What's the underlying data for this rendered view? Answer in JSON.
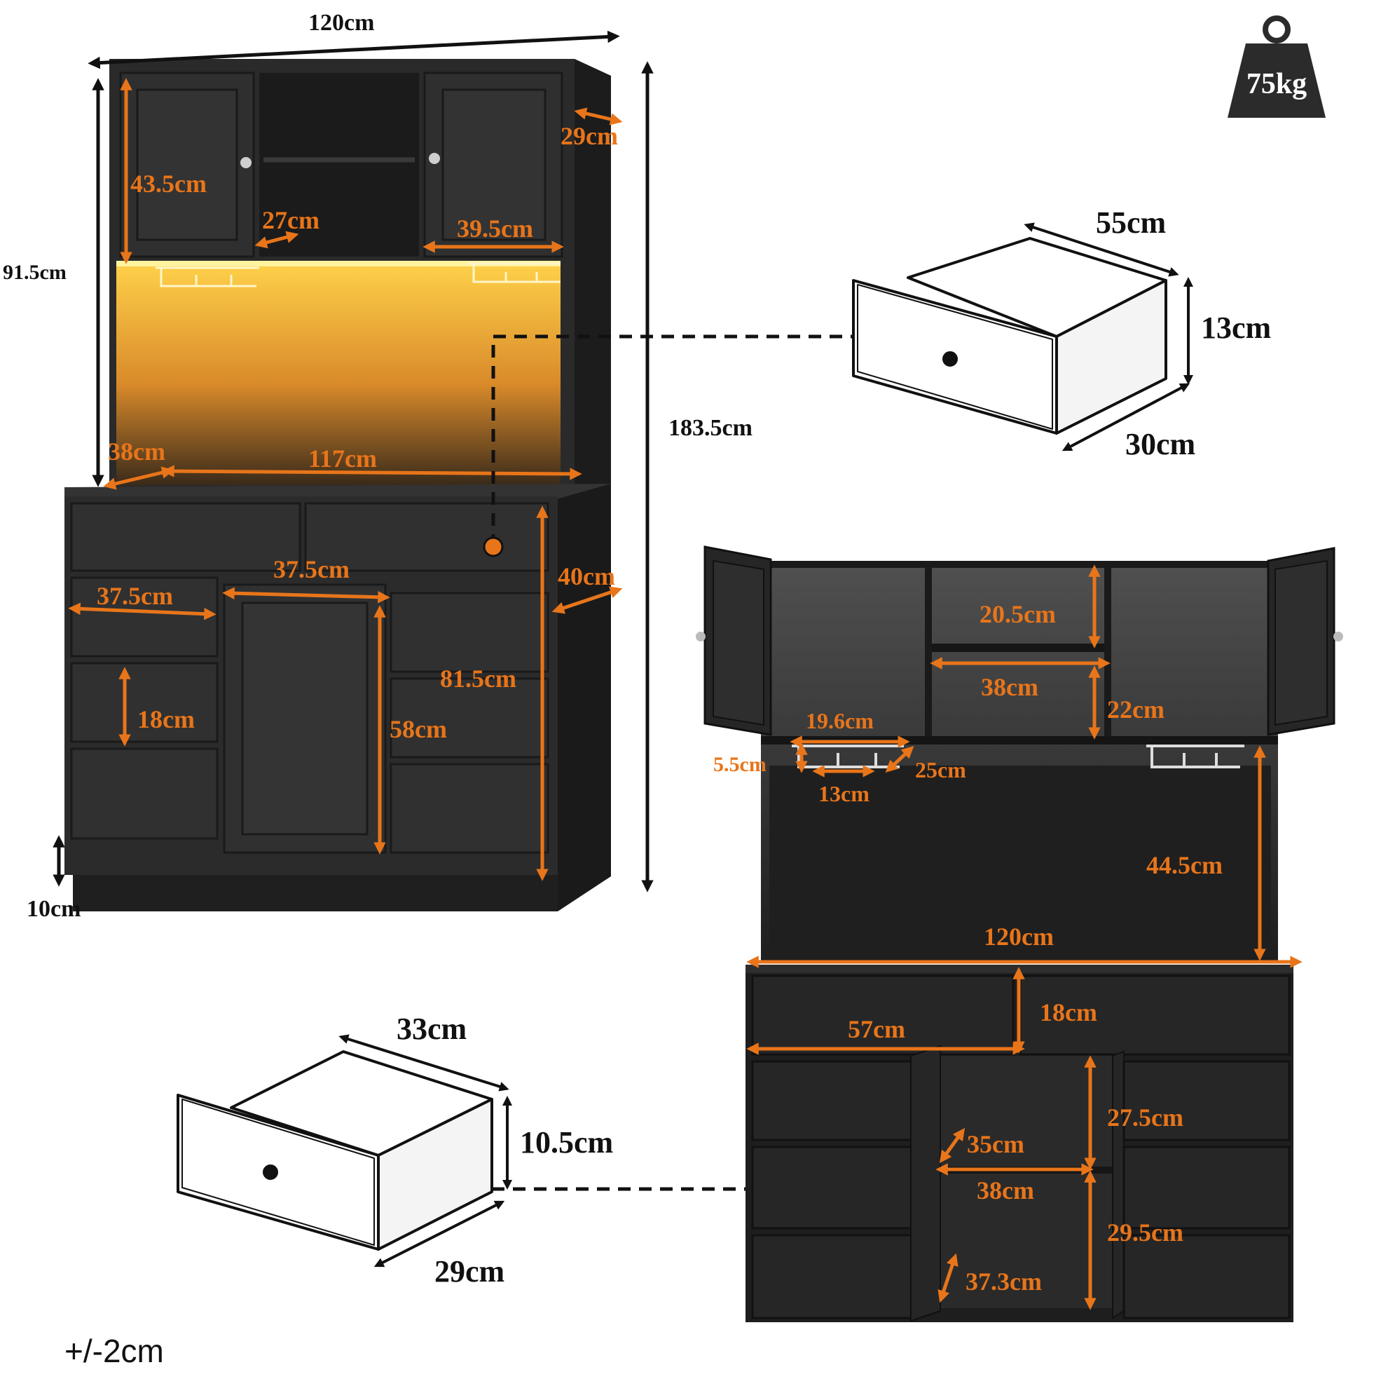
{
  "weight": {
    "value": "75kg",
    "icon": "weight-icon"
  },
  "tolerance": "+/-2cm",
  "colors": {
    "accent": "#e8751a",
    "cabinet": "#2b2b2b",
    "light": "#f2b134",
    "line": "#111111"
  },
  "front_view": {
    "width": "120cm",
    "hutch_height": "91.5cm",
    "total_height": "183.5cm",
    "depth_top": "29cm",
    "door_height": "43.5cm",
    "open_shelf_width": "27cm",
    "door_width": "39.5cm",
    "depth_counter": "38cm",
    "counter_width": "117cm",
    "door_cabinet_width": "37.5cm",
    "small_drawer_width": "37.5cm",
    "depth_base": "40cm",
    "base_height": "81.5cm",
    "drawer_height": "18cm",
    "door_height_base": "58cm",
    "leg_height": "10cm"
  },
  "upper_drawer": {
    "width": "55cm",
    "height": "13cm",
    "depth": "30cm"
  },
  "lower_drawer": {
    "width": "33cm",
    "height": "10.5cm",
    "depth": "29cm"
  },
  "open_view": {
    "shelf_top_height": "20.5cm",
    "shelf_width": "38cm",
    "shelf_bottom_height": "22cm",
    "rack_width": "19.6cm",
    "rack_height": "5.5cm",
    "rack_depth": "25cm",
    "rack_slot": "13cm",
    "hutch_open_height": "44.5cm",
    "total_width": "120cm",
    "top_drawer_height": "18cm",
    "top_drawer_width": "57cm",
    "cabinet_upper_height": "27.5cm",
    "cabinet_depth": "35cm",
    "cabinet_shelf_width": "38cm",
    "cabinet_lower_height": "29.5cm",
    "cabinet_door_depth": "37.3cm"
  }
}
